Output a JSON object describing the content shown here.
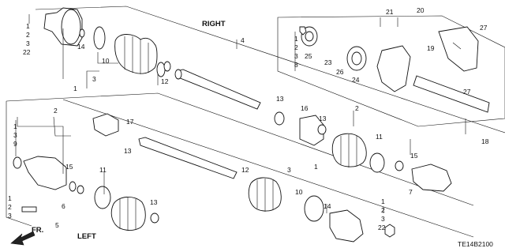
{
  "sections": {
    "right": "RIGHT",
    "left": "LEFT",
    "front_arrow": "FR."
  },
  "diagram_code": "TE14B2100",
  "labels": {
    "r4": "4",
    "r21": "21",
    "r20": "20",
    "r27a": "27",
    "r1": "1",
    "r2": "2",
    "r3": "3",
    "r8": "8",
    "r25": "25",
    "r23": "23",
    "r26": "26",
    "r24": "24",
    "r19": "19",
    "r27b": "27",
    "r18": "18",
    "tl1": "1",
    "tl2": "2",
    "tl3": "3",
    "tl22": "22",
    "r14": "14",
    "r10": "10",
    "r12": "12",
    "r3b": "3",
    "r1b": "1",
    "m13a": "13",
    "m16": "16",
    "m13b": "13",
    "m2": "2",
    "m11": "11",
    "m15": "15",
    "m7": "7",
    "l2": "2",
    "l1": "1",
    "l3": "3",
    "l9": "9",
    "l15": "15",
    "l11": "11",
    "l17": "17",
    "l13a": "13",
    "l13b": "13",
    "l6": "6",
    "l5": "5",
    "l1b": "1",
    "l2b": "2",
    "l3b": "3",
    "b12": "12",
    "b3": "3",
    "b1": "1",
    "b10": "10",
    "b14": "14",
    "b1c": "1",
    "b2c": "2",
    "b3c": "3",
    "b22": "22"
  }
}
